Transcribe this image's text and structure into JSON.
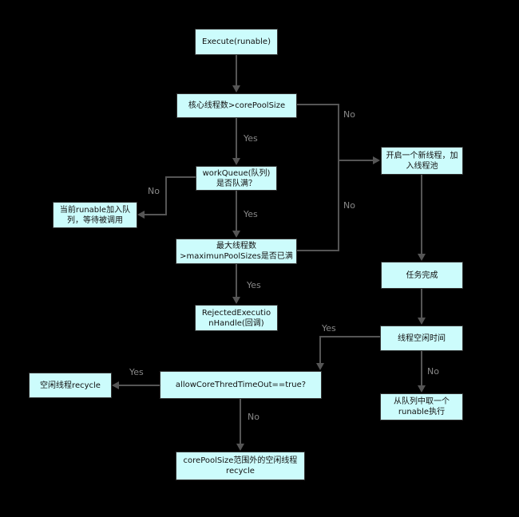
{
  "colors": {
    "background": "#000000",
    "node_fill": "#ccfcfc",
    "edge": "#555555",
    "edge_label": "#888888"
  },
  "nodes": {
    "execute": "Execute(runable)",
    "core_check": "核心线程数>corePoolSize",
    "queue_check_1": "workQueue(队列)",
    "queue_check_2": "是否队满？",
    "add_queue_1": "当前runable加入队",
    "add_queue_2": "列，等待被调用",
    "max_check_1": "最大线程数",
    "max_check_2": ">maximunPoolSizes是否已满",
    "rejected_1": "RejectedExecutio",
    "rejected_2": "nHandle(回调)",
    "new_thread_1": "开启一个新线程，加",
    "new_thread_2": "入线程池",
    "task_done": "任务完成",
    "idle_time": "线程空闲时间",
    "fetch_queue_1": "从队列中取一个",
    "fetch_queue_2": "runable执行",
    "allow_core": "allowCoreThredTimeOut==true?",
    "recycle_idle": "空闲线程recycle",
    "recycle_outside_1": "corePoolSize范围外的空闲线程",
    "recycle_outside_2": "recycle"
  },
  "edge_labels": {
    "yes_core": "Yes",
    "no_core": "No",
    "no_queue": "No",
    "yes_queue": "Yes",
    "no_max": "No",
    "yes_max": "Yes",
    "yes_idle": "Yes",
    "no_idle": "No",
    "yes_allow": "Yes",
    "no_allow": "No"
  }
}
